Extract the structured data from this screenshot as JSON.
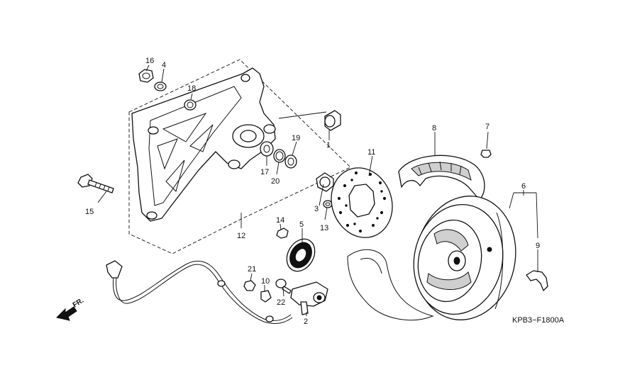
{
  "diagram_code": "KPB3−F1800A",
  "direction_label": "FR.",
  "callouts": {
    "c1": "1",
    "c2": "2",
    "c3": "3",
    "c4": "4",
    "c5": "5",
    "c6": "6",
    "c7": "7",
    "c8": "8",
    "c9": "9",
    "c10": "10",
    "c11": "11",
    "c12": "12",
    "c13": "13",
    "c14": "14",
    "c15": "15",
    "c16": "16",
    "c17": "17",
    "c18": "18",
    "c19": "19",
    "c20": "20",
    "c21": "21",
    "c22": "22"
  }
}
